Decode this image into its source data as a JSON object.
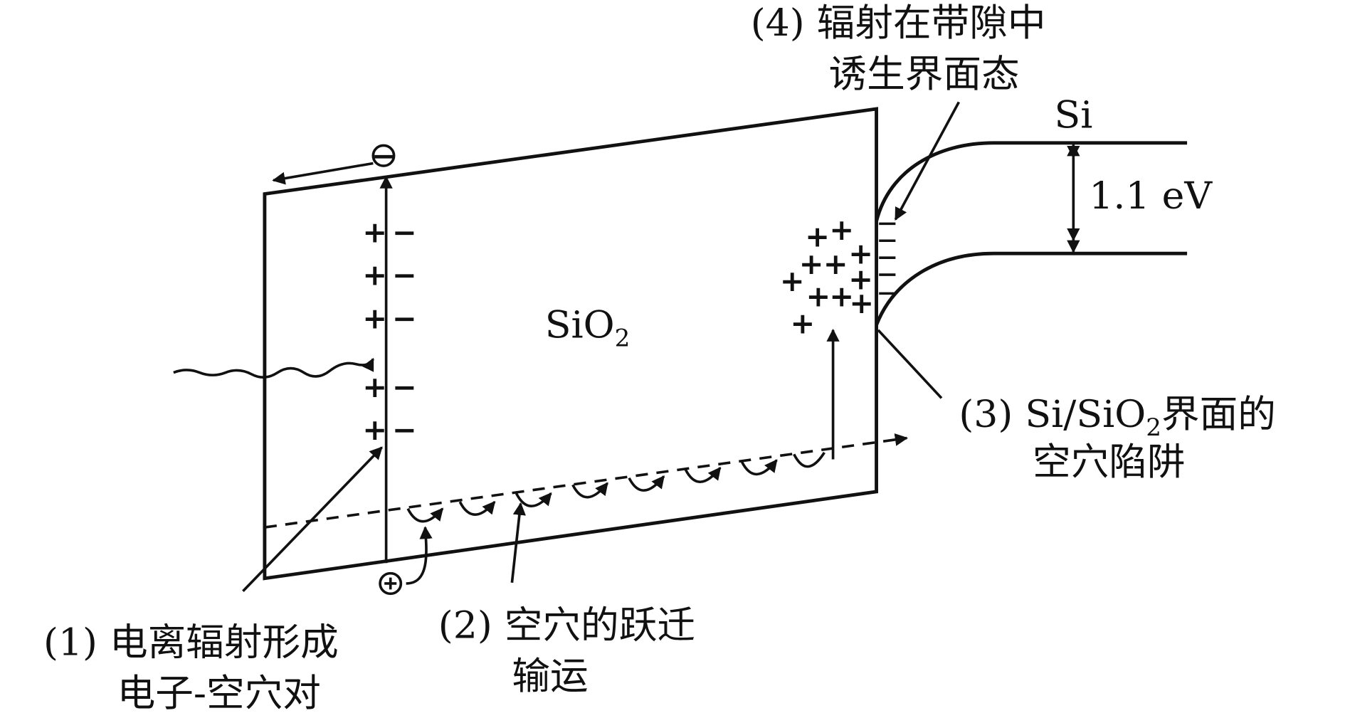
{
  "diagram": {
    "material_oxide": "SiO",
    "material_oxide_sub": "2",
    "material_si": "Si",
    "bandgap": "1.1 eV",
    "electron_symbol": "−",
    "hole_symbol": "+",
    "labels": {
      "step1_line1": "(1) 电离辐射形成",
      "step1_line2": "电子-空穴对",
      "step2_line1": "(2) 空穴的跃迁",
      "step2_line2": "输运",
      "step3_line1_a": "(3) Si/SiO",
      "step3_line1_sub": "2",
      "step3_line1_b": "界面的",
      "step3_line2": "空穴陷阱",
      "step4_line1": "(4) 辐射在带隙中",
      "step4_line2": "诱生界面态"
    }
  }
}
